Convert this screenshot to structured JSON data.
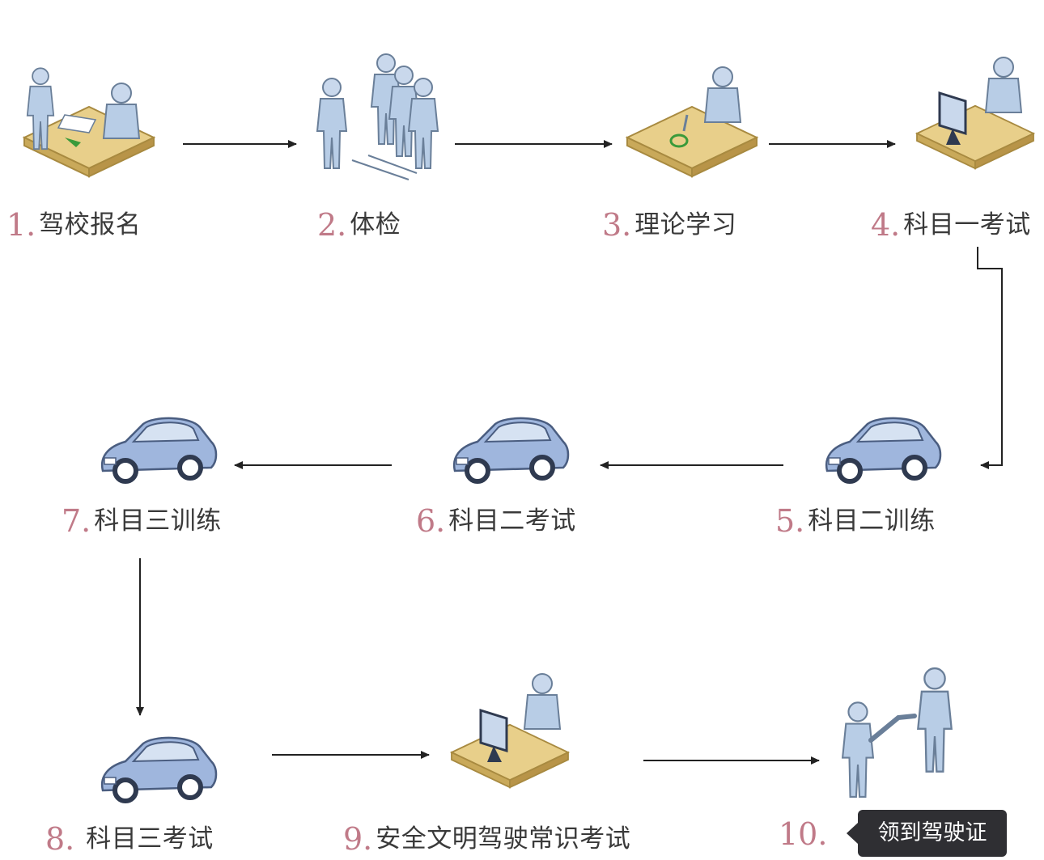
{
  "steps": [
    {
      "num": "1.",
      "text": "驾校报名"
    },
    {
      "num": "2.",
      "text": "体检"
    },
    {
      "num": "3.",
      "text": "理论学习"
    },
    {
      "num": "4.",
      "text": "科目一考试"
    },
    {
      "num": "5.",
      "text": "科目二训练"
    },
    {
      "num": "6.",
      "text": "科目二考试"
    },
    {
      "num": "7.",
      "text": "科目三训练"
    },
    {
      "num": "8.",
      "text": "科目三考试"
    },
    {
      "num": "9.",
      "text": "安全文明驾驶常识考试"
    },
    {
      "num": "10.",
      "text": ""
    }
  ],
  "tooltip": {
    "text": "领到驾驶证"
  },
  "colors": {
    "person_fill": "#b8cde6",
    "person_stroke": "#6a7f99",
    "desk_fill": "#e8cf8a",
    "desk_side": "#c9a95a",
    "car_fill": "#9fb6dd",
    "arrow": "#222222",
    "number": "#c07a88"
  },
  "icons": [
    "registration-desk-icon",
    "medical-exam-group-icon",
    "study-desk-icon",
    "computer-exam-icon",
    "car-icon",
    "car-icon",
    "car-icon",
    "car-icon",
    "computer-exam-icon",
    "handshake-icon"
  ]
}
